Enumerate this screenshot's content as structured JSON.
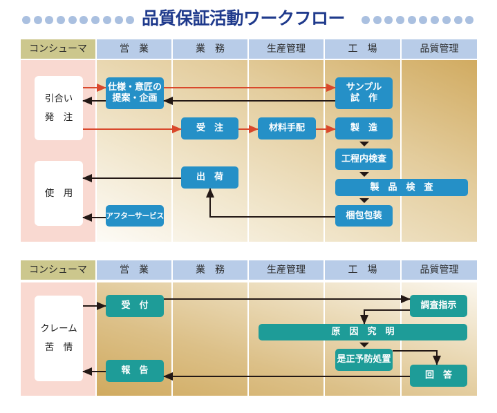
{
  "title": {
    "text": "品質保証活動ワークフロー",
    "left_dot_count": 10,
    "right_dot_count": 10
  },
  "colors": {
    "title": "#1f3a8c",
    "dot": "#aac0e0",
    "header": "#b8cce8",
    "header_consumer": "#ccc78d",
    "consumer_bg": "#f9d9d1",
    "box_blue": "#2590c7",
    "box_teal": "#1e9c98",
    "arrow_red": "#d9482c",
    "arrow_black": "#231815"
  },
  "columns": [
    "コンシューマ",
    "営　業",
    "業　務",
    "生産管理",
    "工　場",
    "品質管理"
  ],
  "flow1": {
    "consumer_boxes": [
      {
        "lines": [
          "引合い",
          "発　注"
        ]
      },
      {
        "lines": [
          "使　用"
        ]
      }
    ],
    "boxes": {
      "proposal": {
        "lines": [
          "仕様・意匠の",
          "提案・企画"
        ],
        "column": "営　業"
      },
      "sample": {
        "lines": [
          "サンプル",
          "試　作"
        ],
        "column": "工　場"
      },
      "order_receipt": {
        "lines": [
          "受　注"
        ],
        "column": "業　務"
      },
      "material": {
        "lines": [
          "材料手配"
        ],
        "column": "生産管理"
      },
      "manufacture": {
        "lines": [
          "製　造"
        ],
        "column": "工　場"
      },
      "inprocess_inspection": {
        "lines": [
          "工程内検査"
        ],
        "column": "工　場"
      },
      "product_inspection": {
        "lines": [
          "製　品　検　査"
        ],
        "column": "工　場 / 品質管理"
      },
      "packing": {
        "lines": [
          "梱包包装"
        ],
        "column": "工　場"
      },
      "shipping": {
        "lines": [
          "出　荷"
        ],
        "column": "業　務"
      },
      "after_service": {
        "lines": [
          "アフターサービス"
        ],
        "column": "営　業"
      }
    },
    "arrows": [
      {
        "from": "引合い・発注",
        "to": "仕様・意匠の提案・企画",
        "color": "red"
      },
      {
        "from": "仕様・意匠の提案・企画",
        "to": "サンプル試作",
        "color": "red"
      },
      {
        "from": "サンプル試作",
        "to": "仕様・意匠の提案・企画",
        "color": "black"
      },
      {
        "from": "仕様・意匠の提案・企画",
        "to": "引合い・発注",
        "color": "black"
      },
      {
        "from": "引合い・発注",
        "to": "受注",
        "color": "red"
      },
      {
        "from": "受注",
        "to": "材料手配",
        "color": "red"
      },
      {
        "from": "材料手配",
        "to": "製造",
        "color": "red"
      },
      {
        "from": "製造",
        "to": "工程内検査",
        "color": "black"
      },
      {
        "from": "工程内検査",
        "to": "製品検査",
        "color": "black"
      },
      {
        "from": "製品検査",
        "to": "梱包包装",
        "color": "black"
      },
      {
        "from": "梱包包装",
        "to": "出荷",
        "color": "black"
      },
      {
        "from": "出荷",
        "to": "使用",
        "color": "black"
      },
      {
        "from": "アフターサービス",
        "to": "使用",
        "color": "black"
      }
    ]
  },
  "flow2": {
    "consumer_boxes": [
      {
        "lines": [
          "クレーム",
          "苦　情"
        ]
      }
    ],
    "boxes": {
      "reception": {
        "lines": [
          "受　付"
        ],
        "column": "営　業"
      },
      "report": {
        "lines": [
          "報　告"
        ],
        "column": "営　業"
      },
      "investigation": {
        "lines": [
          "調査指示"
        ],
        "column": "品質管理"
      },
      "root_cause": {
        "lines": [
          "原　因　究　明"
        ],
        "column": "生産管理 / 工　場 / 品質管理"
      },
      "corrective": {
        "lines": [
          "是正予防処置"
        ],
        "column": "工　場"
      },
      "answer": {
        "lines": [
          "回　答"
        ],
        "column": "品質管理"
      }
    },
    "arrows": [
      {
        "from": "クレーム苦情",
        "to": "受付"
      },
      {
        "from": "受付",
        "to": "調査指示"
      },
      {
        "from": "調査指示",
        "to": "原因究明"
      },
      {
        "from": "原因究明",
        "to": "是正予防処置"
      },
      {
        "from": "是正予防処置",
        "to": "回答"
      },
      {
        "from": "回答",
        "to": "報告"
      },
      {
        "from": "報告",
        "to": "クレーム苦情"
      }
    ]
  }
}
